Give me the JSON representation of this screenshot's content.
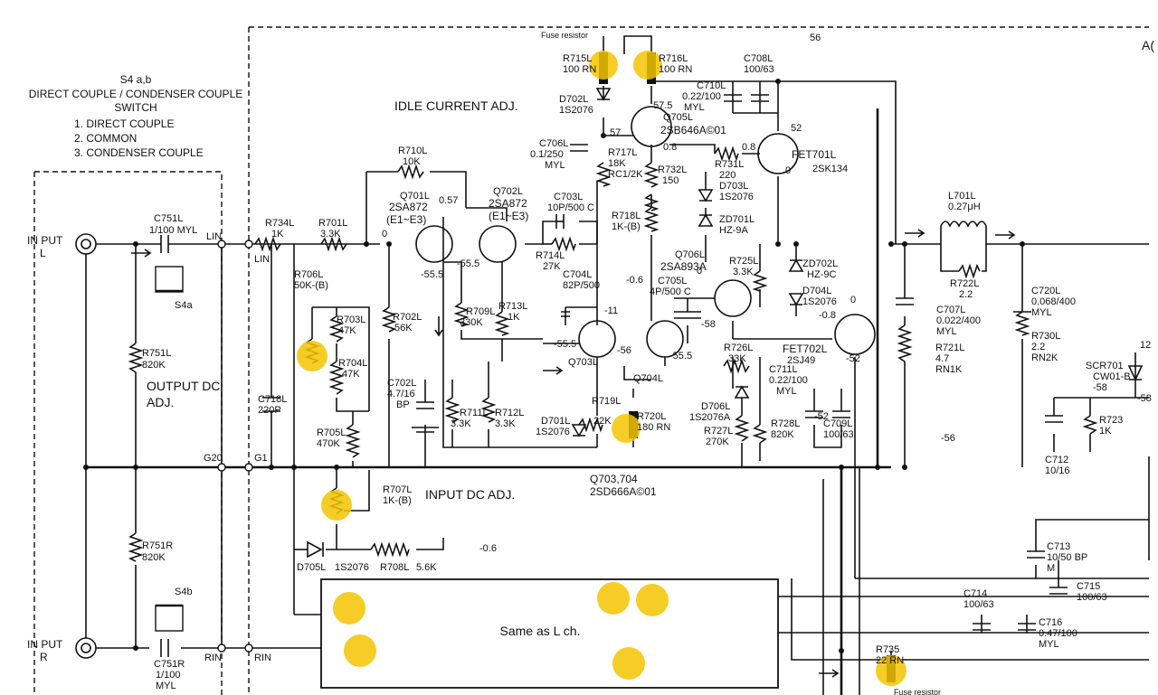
{
  "switch_block": {
    "title": "S4 a,b",
    "line1": "DIRECT COUPLE / CONDENSER COUPLE",
    "line2": "SWITCH",
    "items": [
      "1. DIRECT COUPLE",
      "2. COMMON",
      "3. CONDENSER COUPLE"
    ]
  },
  "headings": {
    "idle_current": "IDLE CURRENT ADJ.",
    "output_dc_1": "OUTPUT DC",
    "output_dc_2": "ADJ.",
    "input_dc": "INPUT DC ADJ.",
    "same_as": "Same as L ch.",
    "fuse_resistor_top": "Fuse resistor",
    "fuse_resistor_bottom": "Fuse resistor",
    "corner": "A("
  },
  "inputs": {
    "left_1": "IN PUT",
    "left_2": "L",
    "right_1": "IN PUT",
    "right_2": "R"
  },
  "labels": {
    "c751l": [
      "C751L",
      "1/100 MYL"
    ],
    "s4a": "S4a",
    "s4b": "S4b",
    "c751r": [
      "C751R",
      "1/100",
      "MYL"
    ],
    "r751l": [
      "R751L",
      "820K"
    ],
    "r751r": [
      "R751R",
      "820K"
    ],
    "lin": "LIN",
    "lin2": "LIN",
    "rin": "RIN",
    "rin2": "RIN",
    "g20": "G20",
    "g1": "G1",
    "r734l": [
      "R734L",
      "1K"
    ],
    "r701l": [
      "R701L",
      "3.3K"
    ],
    "r710l": [
      "R710L",
      "10K"
    ],
    "q701l": [
      "Q701L",
      "2SA872",
      "(E1~E3)"
    ],
    "q702l": [
      "Q702L",
      "2SA872",
      "(E1~E3)"
    ],
    "c703l": [
      "C703L",
      "10P/500 C"
    ],
    "r714l": [
      "R714L",
      "27K"
    ],
    "r706l": [
      "R706L",
      "50K-(B)"
    ],
    "r703l": [
      "R703L",
      "47K"
    ],
    "r704l": [
      "R704L",
      "47K"
    ],
    "r702l": [
      "R702L",
      "56K"
    ],
    "r709l": [
      "R709L",
      "330K"
    ],
    "r713l": [
      "R713L",
      "1K"
    ],
    "c718l": [
      "C718L",
      "220P"
    ],
    "r705l": [
      "R705L",
      "470K"
    ],
    "c702l": [
      "C702L",
      "4.7/16",
      "BP"
    ],
    "r711l": [
      "R711L",
      "3.3K"
    ],
    "r712l": [
      "R712L",
      "3.3K"
    ],
    "r707l": [
      "R707L",
      "1K-(B)"
    ],
    "d705l": [
      "D705L",
      "1S2076"
    ],
    "r708l": [
      "R708L",
      "5.6K"
    ],
    "r715l": [
      "R715L",
      "100 RN"
    ],
    "r716l": [
      "R716L",
      "100 RN"
    ],
    "d702l": [
      "D702L",
      "1S2076"
    ],
    "c706l": [
      "C706L",
      "0.1/250",
      "MYL"
    ],
    "r717l": [
      "R717L",
      "18K",
      "RC1/2K"
    ],
    "q705l": [
      "Q705L",
      "2SB646A©01"
    ],
    "r732l": [
      "R732L",
      "150"
    ],
    "r718l": [
      "R718L",
      "1K-(B)"
    ],
    "c710l": [
      "C710L",
      "0.22/100",
      "MYL"
    ],
    "c708l": [
      "C708L",
      "100/63"
    ],
    "fet701l": [
      "FET701L",
      "2SK134"
    ],
    "r731l": [
      "R731L",
      "220"
    ],
    "d703l": [
      "D703L",
      "1S2076"
    ],
    "zd701l": [
      "ZD701L",
      "HZ-9A"
    ],
    "q706l": [
      "Q706L",
      "2SA893A"
    ],
    "r725l": [
      "R725L",
      "3.3K"
    ],
    "zd702l": [
      "ZD702L",
      "HZ-9C"
    ],
    "d704l": [
      "D704L",
      "1S2076"
    ],
    "c704l": [
      "C704L",
      "82P/500"
    ],
    "c705l": [
      "C705L",
      "4P/500 C"
    ],
    "q703l": "Q703L",
    "q704l": "Q704L",
    "r726l": [
      "R726L",
      "33K"
    ],
    "fet702l": [
      "FET702L",
      "2SJ49"
    ],
    "c711l": [
      "C711L",
      "0.22/100",
      "MYL"
    ],
    "c709l": [
      "C709L",
      "100/63"
    ],
    "r719l": [
      "R719L",
      "22K"
    ],
    "r720l": [
      "R720L",
      "180 RN"
    ],
    "d701l": [
      "D701L",
      "1S2076"
    ],
    "d706l": [
      "D706L",
      "1S2076A"
    ],
    "r727l": [
      "R727L",
      "270K"
    ],
    "r728l": [
      "R728L",
      "820K"
    ],
    "q703_704": [
      "Q703,704",
      "2SD666A©01"
    ],
    "l701l": [
      "L701L",
      "0.27μH"
    ],
    "r722l": [
      "R722L",
      "2.2"
    ],
    "c707l": [
      "C707L",
      "0.022/400",
      "MYL"
    ],
    "r721l": [
      "R721L",
      "4.7",
      "RN1K"
    ],
    "c720l": [
      "C720L",
      "0.068/400",
      "MYL"
    ],
    "r730l": [
      "R730L",
      "2.2",
      "RN2K"
    ],
    "scr701": [
      "SCR701",
      "CW01-B"
    ],
    "r723": [
      "R723",
      "1K"
    ],
    "c712": [
      "C712",
      "10/16"
    ],
    "c713": [
      "C713",
      "10/50 BP",
      "M"
    ],
    "c714": [
      "C714",
      "100/63"
    ],
    "c715": [
      "C715",
      "100/63"
    ],
    "c716": [
      "C716",
      "0.47/100",
      "MYL"
    ],
    "r735": [
      "R735",
      "22 RN"
    ]
  },
  "voltages": {
    "v56_top": "56",
    "v0_q701": "0",
    "v057": "0.57",
    "v0_lin": "0",
    "v555_a": "-55.5",
    "v555_b": "-55.5",
    "v555_c": "-55.5",
    "v555_d": "-55.5",
    "v575": "57.5",
    "v57": "57",
    "v08_a": "0.8",
    "v08_b": "0.8",
    "v52": "52",
    "v0_fet": "0",
    "v06": "-0.6",
    "v11": "-11",
    "v56_q": "-56",
    "v0_q706": "0",
    "v58": "-58",
    "v08_c": "-0.8",
    "v52_b": "-52",
    "v52_c": "-52",
    "v06_in": "-0.6",
    "v56_right": "-56",
    "v58_scr": "-58",
    "v58_scr2": "-58",
    "v12": "12",
    "v0_r": "0"
  },
  "highlights": {
    "color": "#f5c400"
  }
}
